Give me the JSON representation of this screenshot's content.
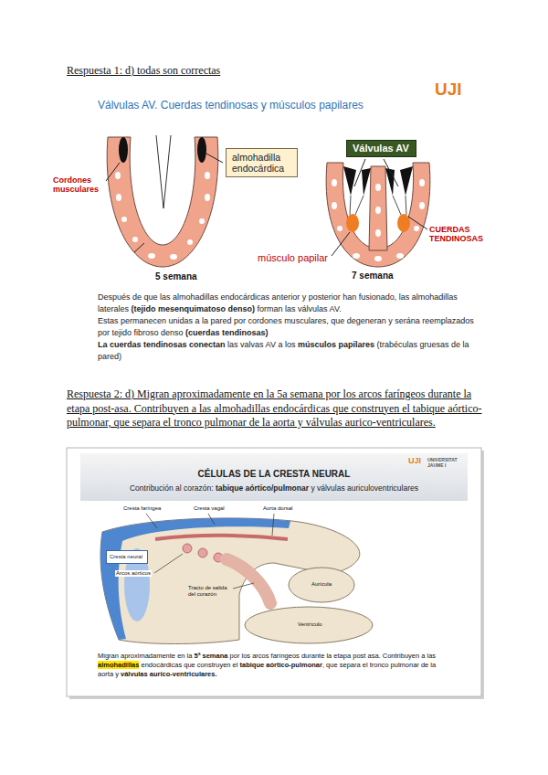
{
  "diagram": {
    "nodes": [
      {
        "text": [
          "almohadilla endocárdica"
        ]
      },
      {
        "text": [
          "Válvulas AV"
        ]
      },
      {
        "text": [
          "Cresta neural"
        ]
      }
    ],
    "labels": [
      "Respuesta 1: d) todas son correctas",
      "UJI",
      "Válvulas AV. Cuerdas tendinosas y músculos papilares",
      "Cordones musculares",
      "CUERDAS TENDINOSAS",
      "músculo papilar",
      "5 semana",
      "7 semana",
      "Después de que las almohadillas endocárdicas anterior y posterior han fusionado, las almohadillas laterales",
      "(tejido mesenquimatoso denso)",
      "forman las válvulas AV.",
      "Estas permanecen unidas a la pared por cordones musculares, que degeneran y serána reemplazados por tejido fibroso denso",
      "(cuerdas tendinosas)",
      "La cuerdas tendinosas conectan",
      "las valvas AV a los",
      "músculos papilares",
      "(trabéculas gruesas de la pared)",
      "Respuesta 2: d) Migran aproximadamente en la 5a semana por los arcos faríngeos durante la etapa post-asa. Contribuyen a las almohadillas endocárdicas que construyen el tabique aórtico-pulmonar, que separa el tronco pulmonar de la aorta y válvulas aurico-ventriculares.",
      "UJI",
      "UNIVERSITAT JAUME I",
      "CÉLULAS DE LA CRESTA NEURAL",
      "Contribución al corazón:",
      "tabique aórtico/pulmonar",
      "y válvulas auriculoventriculares",
      "Cresta faríngea",
      "Cresta vagal",
      "Aorta dorsal",
      "Arcos aórticos",
      "Tracto de salida del corazón",
      "Aurícula",
      "Ventrículo",
      "Migran aproximadamente en la",
      "5ª semana",
      "por los arcos faríngeos durante la etapa post asa. Contribuyen a las",
      "almohadillas",
      "endocárdicas que construyen el",
      "tabique aórtico-pulmonar",
      ", que separa el tronco pulmonar de la aorta y",
      "válvulas aurico-ventriculares."
    ]
  }
}
